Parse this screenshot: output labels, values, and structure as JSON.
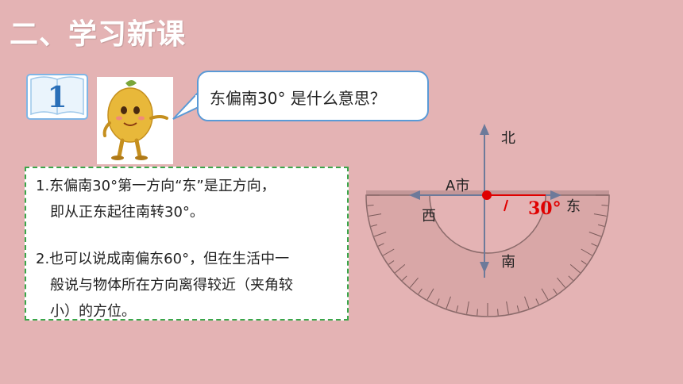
{
  "page": {
    "title": "二、学习新课"
  },
  "step": {
    "number": "1"
  },
  "bubble": {
    "question": "东偏南30° 是什么意思？"
  },
  "notes": {
    "p1_line1": "1.东偏南30°第一方向“东”是正方向，",
    "p1_line2": "即从正东起往南转30°。",
    "p2_line1": "2.也可以说成南偏东60°，但在生活中一",
    "p2_line2": "般说与物体所在方向离得较近（夹角较",
    "p2_line3": "小）的方位。"
  },
  "compass": {
    "north": "北",
    "south": "南",
    "west": "西",
    "east": "东",
    "city": "A市",
    "angle": "30°"
  },
  "colors": {
    "background": "#e4b3b4",
    "accent_blue": "#5a9ad6",
    "dash_green": "#3aa64a",
    "angle_red": "#e00000"
  }
}
